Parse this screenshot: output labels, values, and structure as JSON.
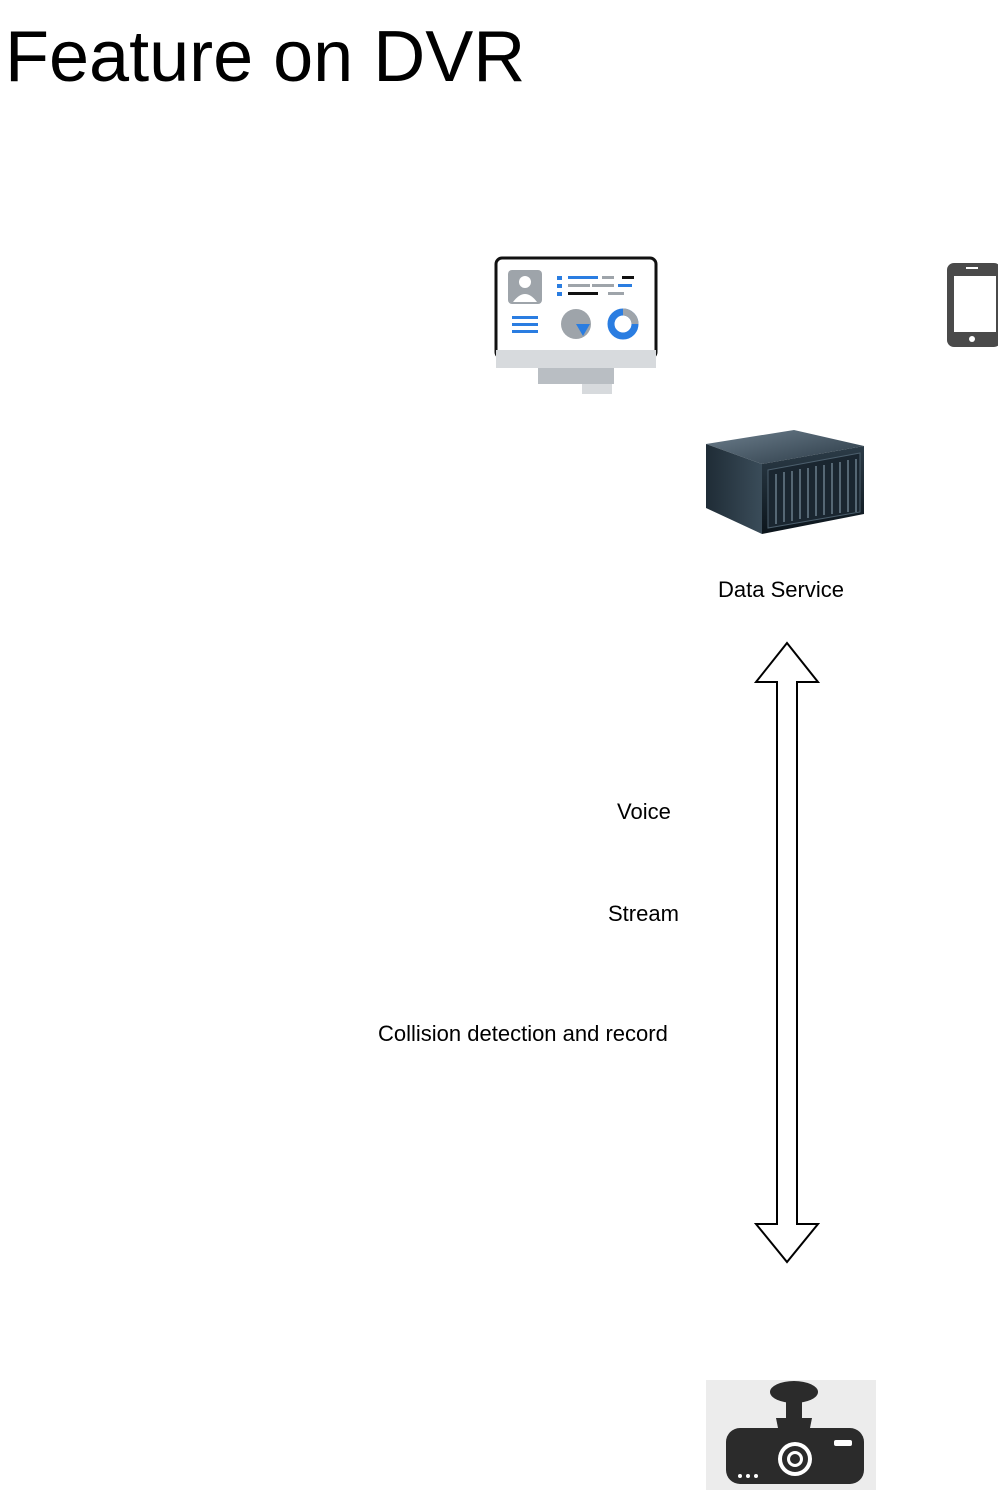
{
  "diagram": {
    "title": "Feature on DVR",
    "nodes": {
      "dashboard": {
        "icon": "monitor-dashboard-icon"
      },
      "mobile": {
        "icon": "smartphone-icon"
      },
      "data_service": {
        "icon": "server-rack-icon",
        "label": "Data Service"
      },
      "dvr": {
        "icon": "dash-camera-icon"
      }
    },
    "connector": {
      "type": "bidirectional-arrow",
      "from": "Data Service",
      "labels": [
        "Voice",
        "Stream",
        "Collision detection and record"
      ]
    }
  }
}
